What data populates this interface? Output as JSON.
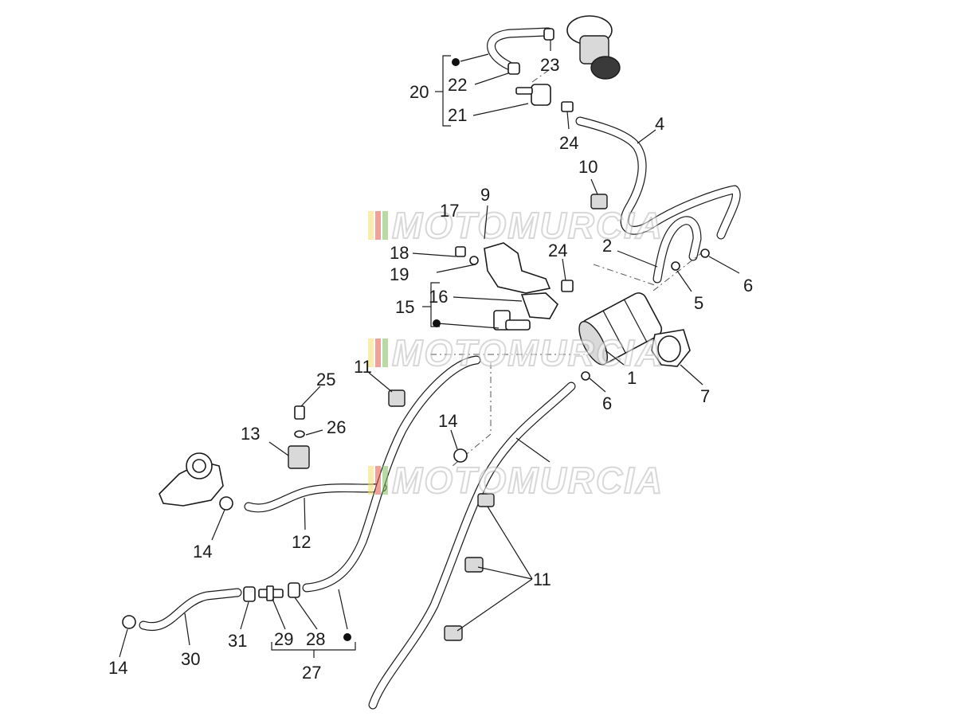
{
  "watermark": {
    "text": "MOTOMURCIA",
    "stripe_colors": [
      "#f2e06b",
      "#e5564a",
      "#7fbf5a"
    ]
  },
  "callouts": [
    "1",
    "2",
    "4",
    "5",
    "6",
    "6",
    "7",
    "9",
    "10",
    "11",
    "11",
    "12",
    "13",
    "14",
    "14",
    "14",
    "15",
    "16",
    "17",
    "18",
    "19",
    "20",
    "21",
    "22",
    "23",
    "24",
    "24",
    "25",
    "26",
    "27",
    "28",
    "29",
    "30",
    "31"
  ],
  "group_markers": [
    "20",
    "15",
    "27"
  ]
}
